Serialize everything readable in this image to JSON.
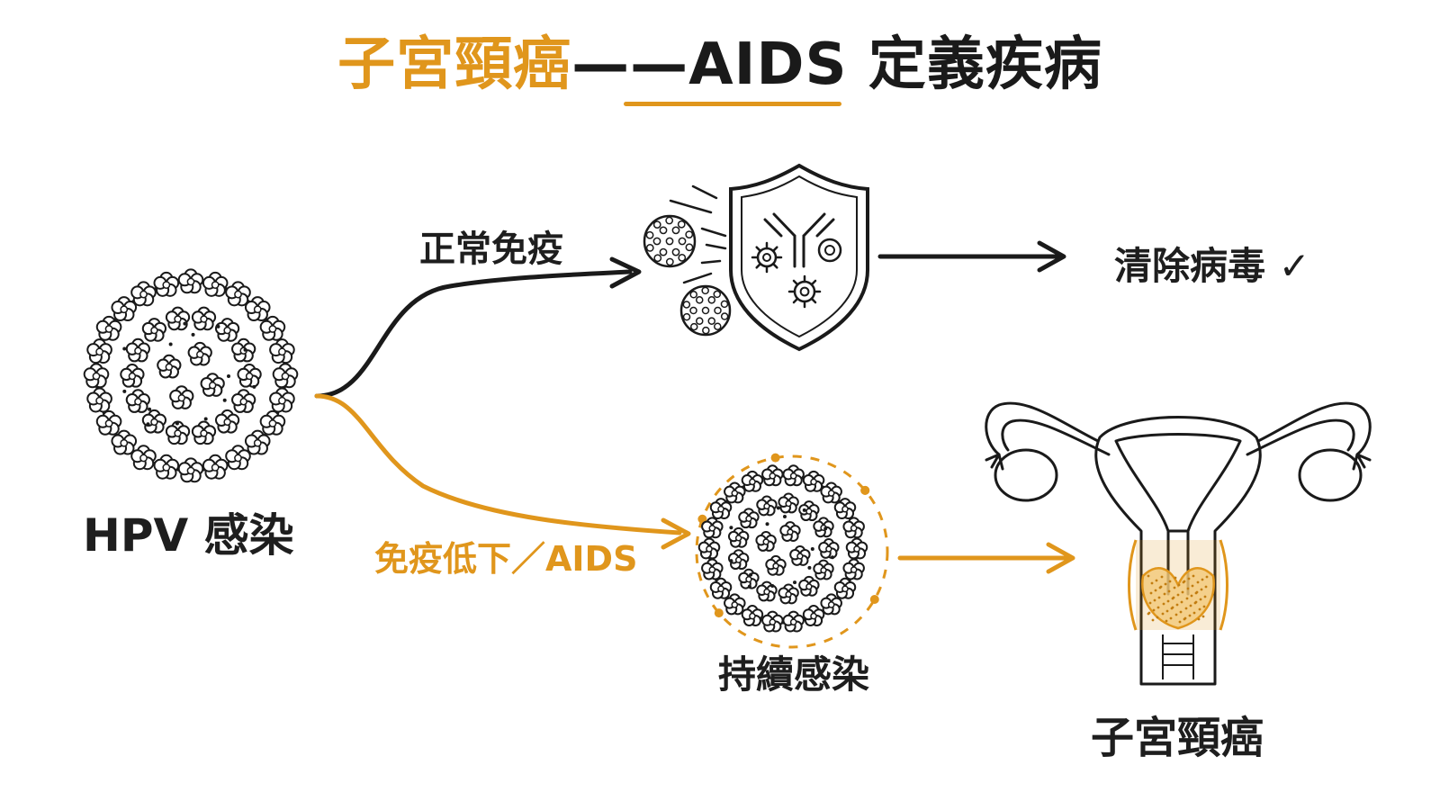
{
  "title": {
    "part1": "子宮頸癌",
    "dash": "——",
    "part2": "AIDS 定義疾病"
  },
  "labels": {
    "normal_immunity": "正常免疫",
    "low_immunity": "免疫低下／AIDS",
    "hpv_infection": "HPV 感染",
    "persistent_infection": "持續感染",
    "clear_virus": "清除病毒 ✓",
    "cervical_cancer": "子宮頸癌"
  },
  "icons": [
    "hpv-virus-icon",
    "shield-icon",
    "antibody-icon",
    "small-virus-icon",
    "uterus-icon",
    "check-icon"
  ],
  "colors": {
    "accent": "#e0961c",
    "dark": "#1a1a1a",
    "background": "#ffffff"
  }
}
